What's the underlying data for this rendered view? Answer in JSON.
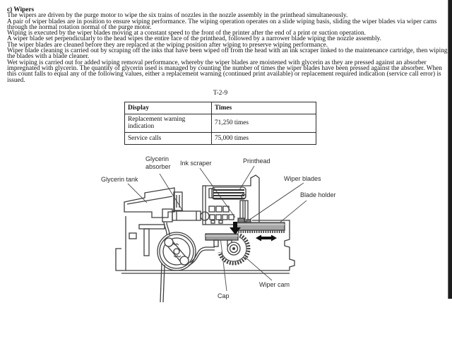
{
  "section": {
    "heading": "c) Wipers",
    "paragraphs": [
      "The wipers are driven by the purge motor to wipe the six trains of nozzles in the nozzle assembly in the printhead simultaneously.",
      "A pair of wiper blades are in position to ensure wiping performance. The wiping operation operates on a slide wiping basis, sliding the wiper blades via wiper cams through the normal rotation normal of the purge motor.",
      "Wiping is executed by the wiper blades moving at a constant speed to the front of the printer after the end of a print or suction operation.",
      "A wiper blade set perpendicularly to the head wipes the entire face of the printhead, followed by a narrower blade wiping the nozzle assembly.",
      "The wiper blades are cleaned before they are replaced at the wiping position after wiping to preserve wiping performance.",
      "Wiper blade cleaning is carried out by scraping off the inks that have been wiped off from the head with an ink scraper linked to the maintenance cartridge, then wiping the blades with a blade cleaner.",
      "Wet wiping is carried out for added wiping removal performance, whereby the wiper blades are moistened with glycerin as they are pressed against an absorber impregnated with glycerin. The quantity of glycerin used is managed by counting the number of times the wiper blades have been pressed against the absorber. When this count falls to equal any of the following values, either a replacement warning (continued print available) or replacement required indication (service call error) is issued."
    ]
  },
  "table": {
    "caption": "T-2-9",
    "columns": [
      "Display",
      "Times"
    ],
    "rows": [
      {
        "display": "Replacement warning indication",
        "times": "71,250 times"
      },
      {
        "display": "Service calls",
        "times": "75,000 times"
      }
    ]
  },
  "diagram": {
    "labels": {
      "glycerin_tank": "Glycerin tank",
      "glycerin_absorber": "Glycerin absorber",
      "ink_scraper": "Ink scraper",
      "printhead": "Printhead",
      "wiper_blades": "Wiper blades",
      "blade_holder": "Blade holder",
      "wiper_cam": "Wiper cam",
      "cap": "Cap"
    },
    "colors": {
      "line": "#3f3f3f",
      "metal_gray": "#a6a6a6",
      "arrow_black": "#111111",
      "edge_bar": "#1d1d1d"
    }
  }
}
